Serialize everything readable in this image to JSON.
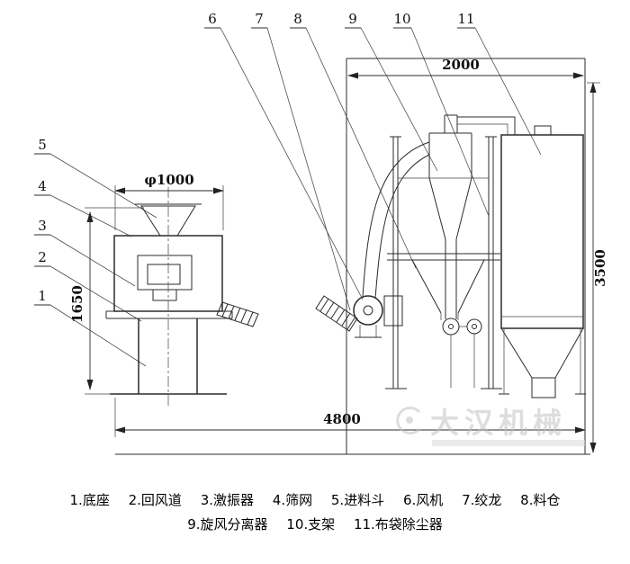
{
  "figure": {
    "callouts_top": [
      "6",
      "7",
      "8",
      "9",
      "10",
      "11"
    ],
    "callouts_left": [
      "5",
      "4",
      "3",
      "2",
      "1"
    ],
    "dimensions": {
      "hopper_diameter": "φ1000",
      "screen_height": "1650",
      "top_width": "2000",
      "assembly_height": "3500",
      "overall_width": "4800"
    },
    "watermark": {
      "brand": "大汉机械"
    },
    "legend": {
      "line1": [
        "1.底座",
        "2.回风道",
        "3.激振器",
        "4.筛网",
        "5.进料斗",
        "6.风机",
        "7.绞龙",
        "8.料仓"
      ],
      "line2": [
        "9.旋风分离器",
        "10.支架",
        "11.布袋除尘器"
      ]
    }
  },
  "colors": {
    "line": "#2b2b2b",
    "text": "#111111",
    "watermark": "#bdbdbd",
    "background": "#ffffff"
  }
}
